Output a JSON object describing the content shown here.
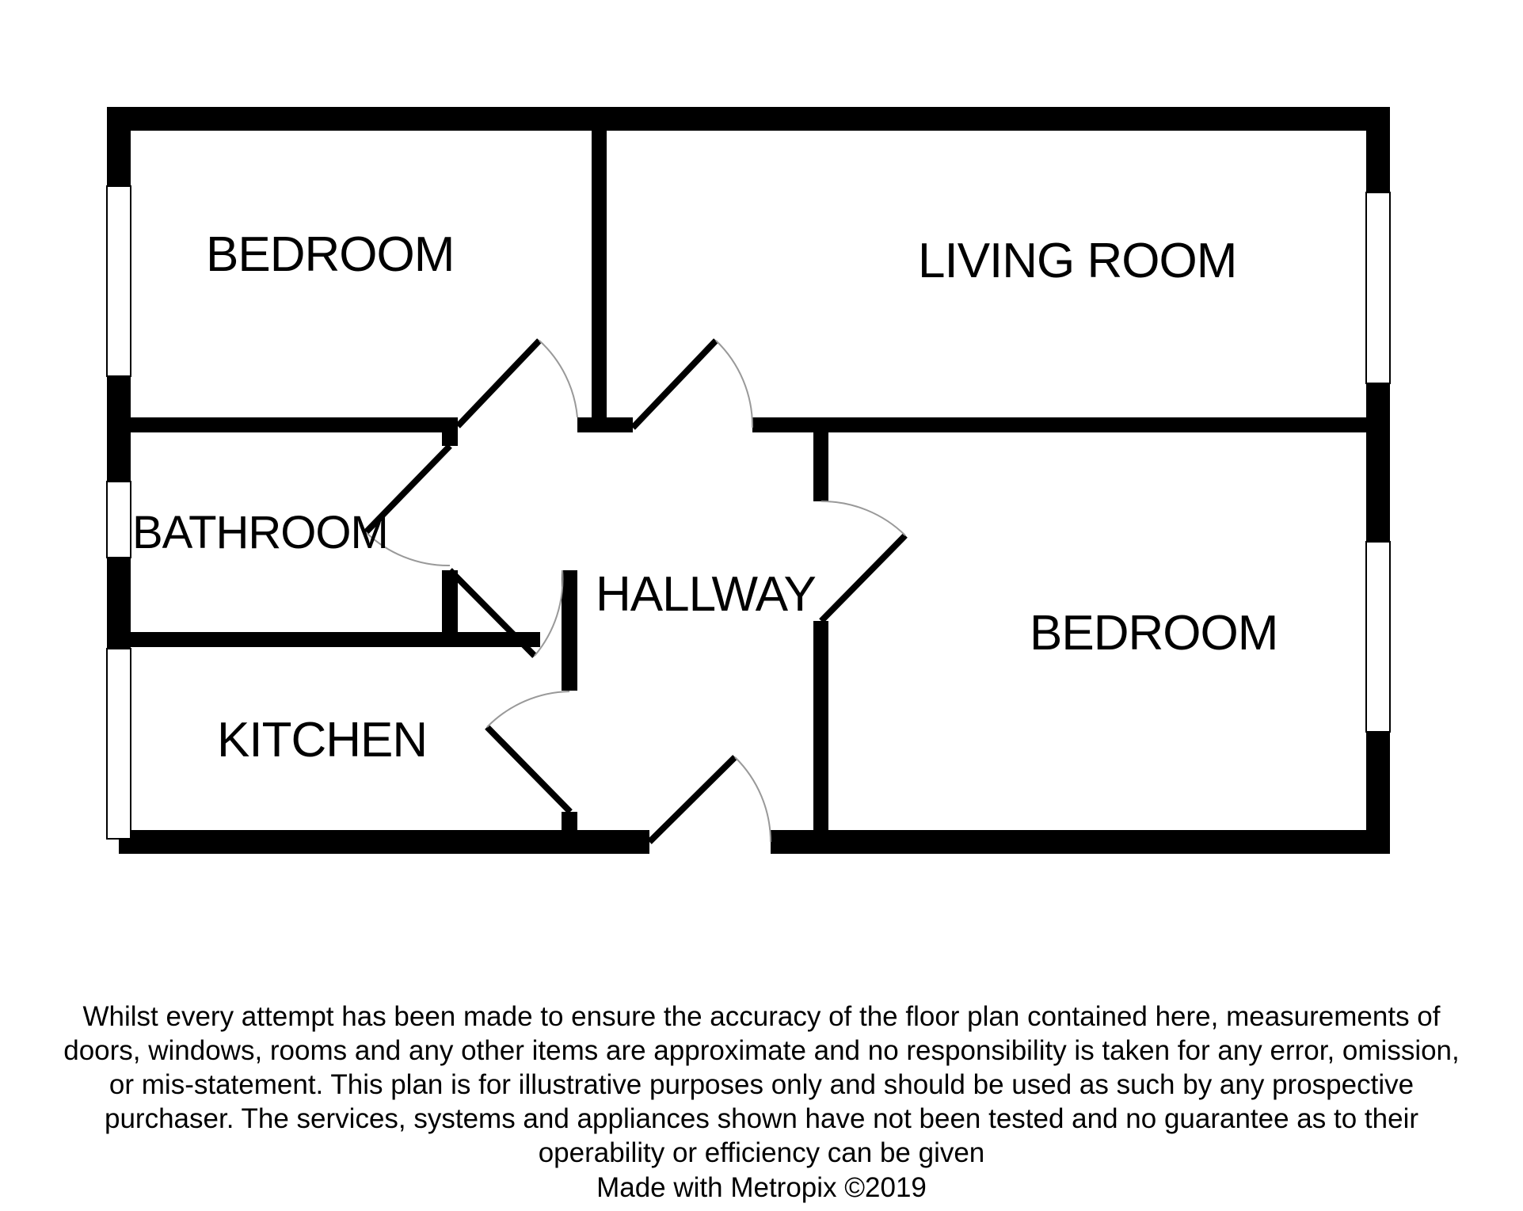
{
  "rooms": {
    "bedroom_1": "BEDROOM",
    "living_room": "LIVING ROOM",
    "bathroom": "BATHROOM",
    "hallway": "HALLWAY",
    "bedroom_2": "BEDROOM",
    "kitchen": "KITCHEN"
  },
  "footer": {
    "disclaimer": "Whilst every attempt has been made to ensure the accuracy of the floor plan contained here, measurements of doors, windows, rooms and any other items are approximate and no responsibility is taken for any error, omission, or mis-statement. This plan is for illustrative purposes only and should be used as such by any prospective purchaser. The services, systems and appliances shown have not been tested and no guarantee as to their operability or efficiency can be given",
    "credit": "Made with Metropix ©2019"
  },
  "colors": {
    "wall": "#000000",
    "background": "#ffffff",
    "door_swing": "#999999"
  }
}
